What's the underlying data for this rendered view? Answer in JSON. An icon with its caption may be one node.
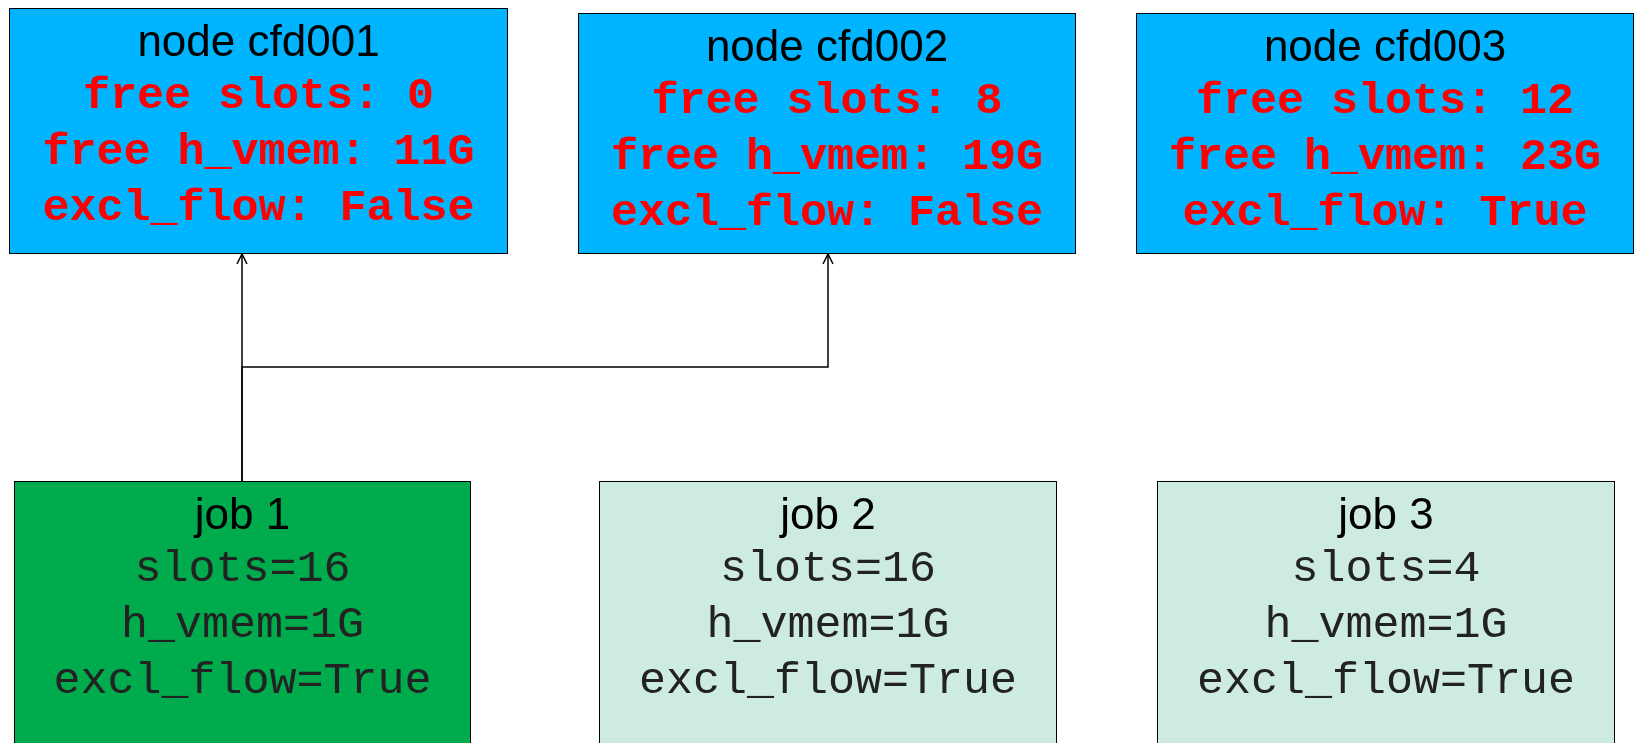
{
  "diagram": {
    "nodes": [
      {
        "text": [
          "node cfd001",
          "free slots: 0",
          "free h_vmem: 11G",
          "excl_flow: False"
        ]
      },
      {
        "text": [
          "node cfd002",
          "free slots: 8",
          "free h_vmem: 19G",
          "excl_flow: False"
        ]
      },
      {
        "text": [
          "node cfd003",
          "free slots: 12",
          "free h_vmem: 23G",
          "excl_flow: True"
        ]
      },
      {
        "text": [
          "job 1",
          "slots=16",
          "h_vmem=1G",
          "excl_flow=True"
        ]
      },
      {
        "text": [
          "job 2",
          "slots=16",
          "h_vmem=1G",
          "excl_flow=True"
        ]
      },
      {
        "text": [
          "job 3",
          "slots=4",
          "h_vmem=1G",
          "excl_flow=True"
        ]
      }
    ],
    "edges": [
      {
        "from": 3,
        "to": 0,
        "arrow": "to"
      },
      {
        "from": 3,
        "to": 1,
        "arrow": "to"
      }
    ]
  }
}
